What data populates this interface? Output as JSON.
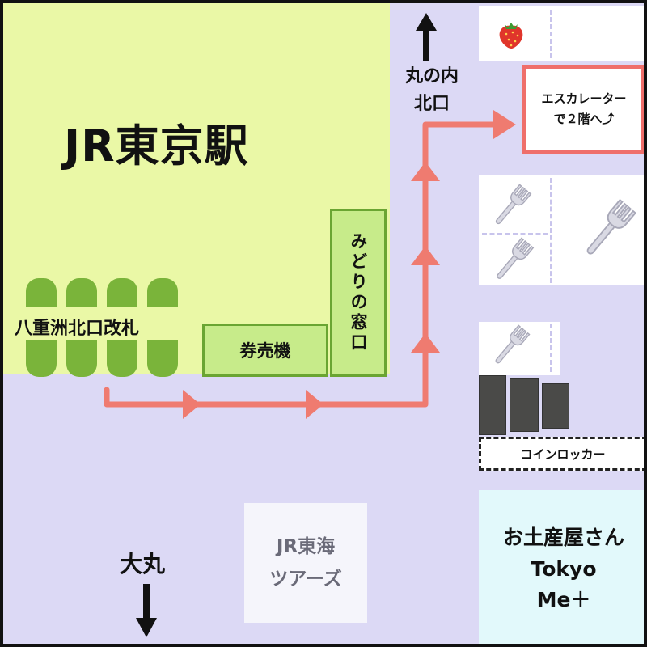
{
  "map": {
    "station_title": "JR東京駅",
    "gate_label": "八重洲北口改札",
    "ticket_machine_label": "券売機",
    "midori_window_label": "みどりの窓口",
    "north_exit_line1": "丸の内",
    "north_exit_line2": "北口",
    "escalator_line1": "エスカレーター",
    "escalator_line2": "で２階へ⤴",
    "coin_locker_label": "コインロッカー",
    "tours_line1": "JR東海",
    "tours_line2": "ツアーズ",
    "shop_line1": "お土産屋さん",
    "shop_line2": "Tokyo",
    "shop_line3": "Me＋",
    "daimaru_label": "大丸"
  },
  "icons": {
    "strawberry": "strawberry-icon",
    "restaurant": "fork-icon",
    "north_arrow": "arrow-up-icon",
    "south_arrow": "arrow-down-icon"
  },
  "colors": {
    "station_fill": "#eaf8a6",
    "gate_green": "#7ab43a",
    "concourse": "#dcd9f5",
    "route": "#ef7b70",
    "escalator_border": "#ef6f6b",
    "shop_fill": "#e2f9fb"
  }
}
